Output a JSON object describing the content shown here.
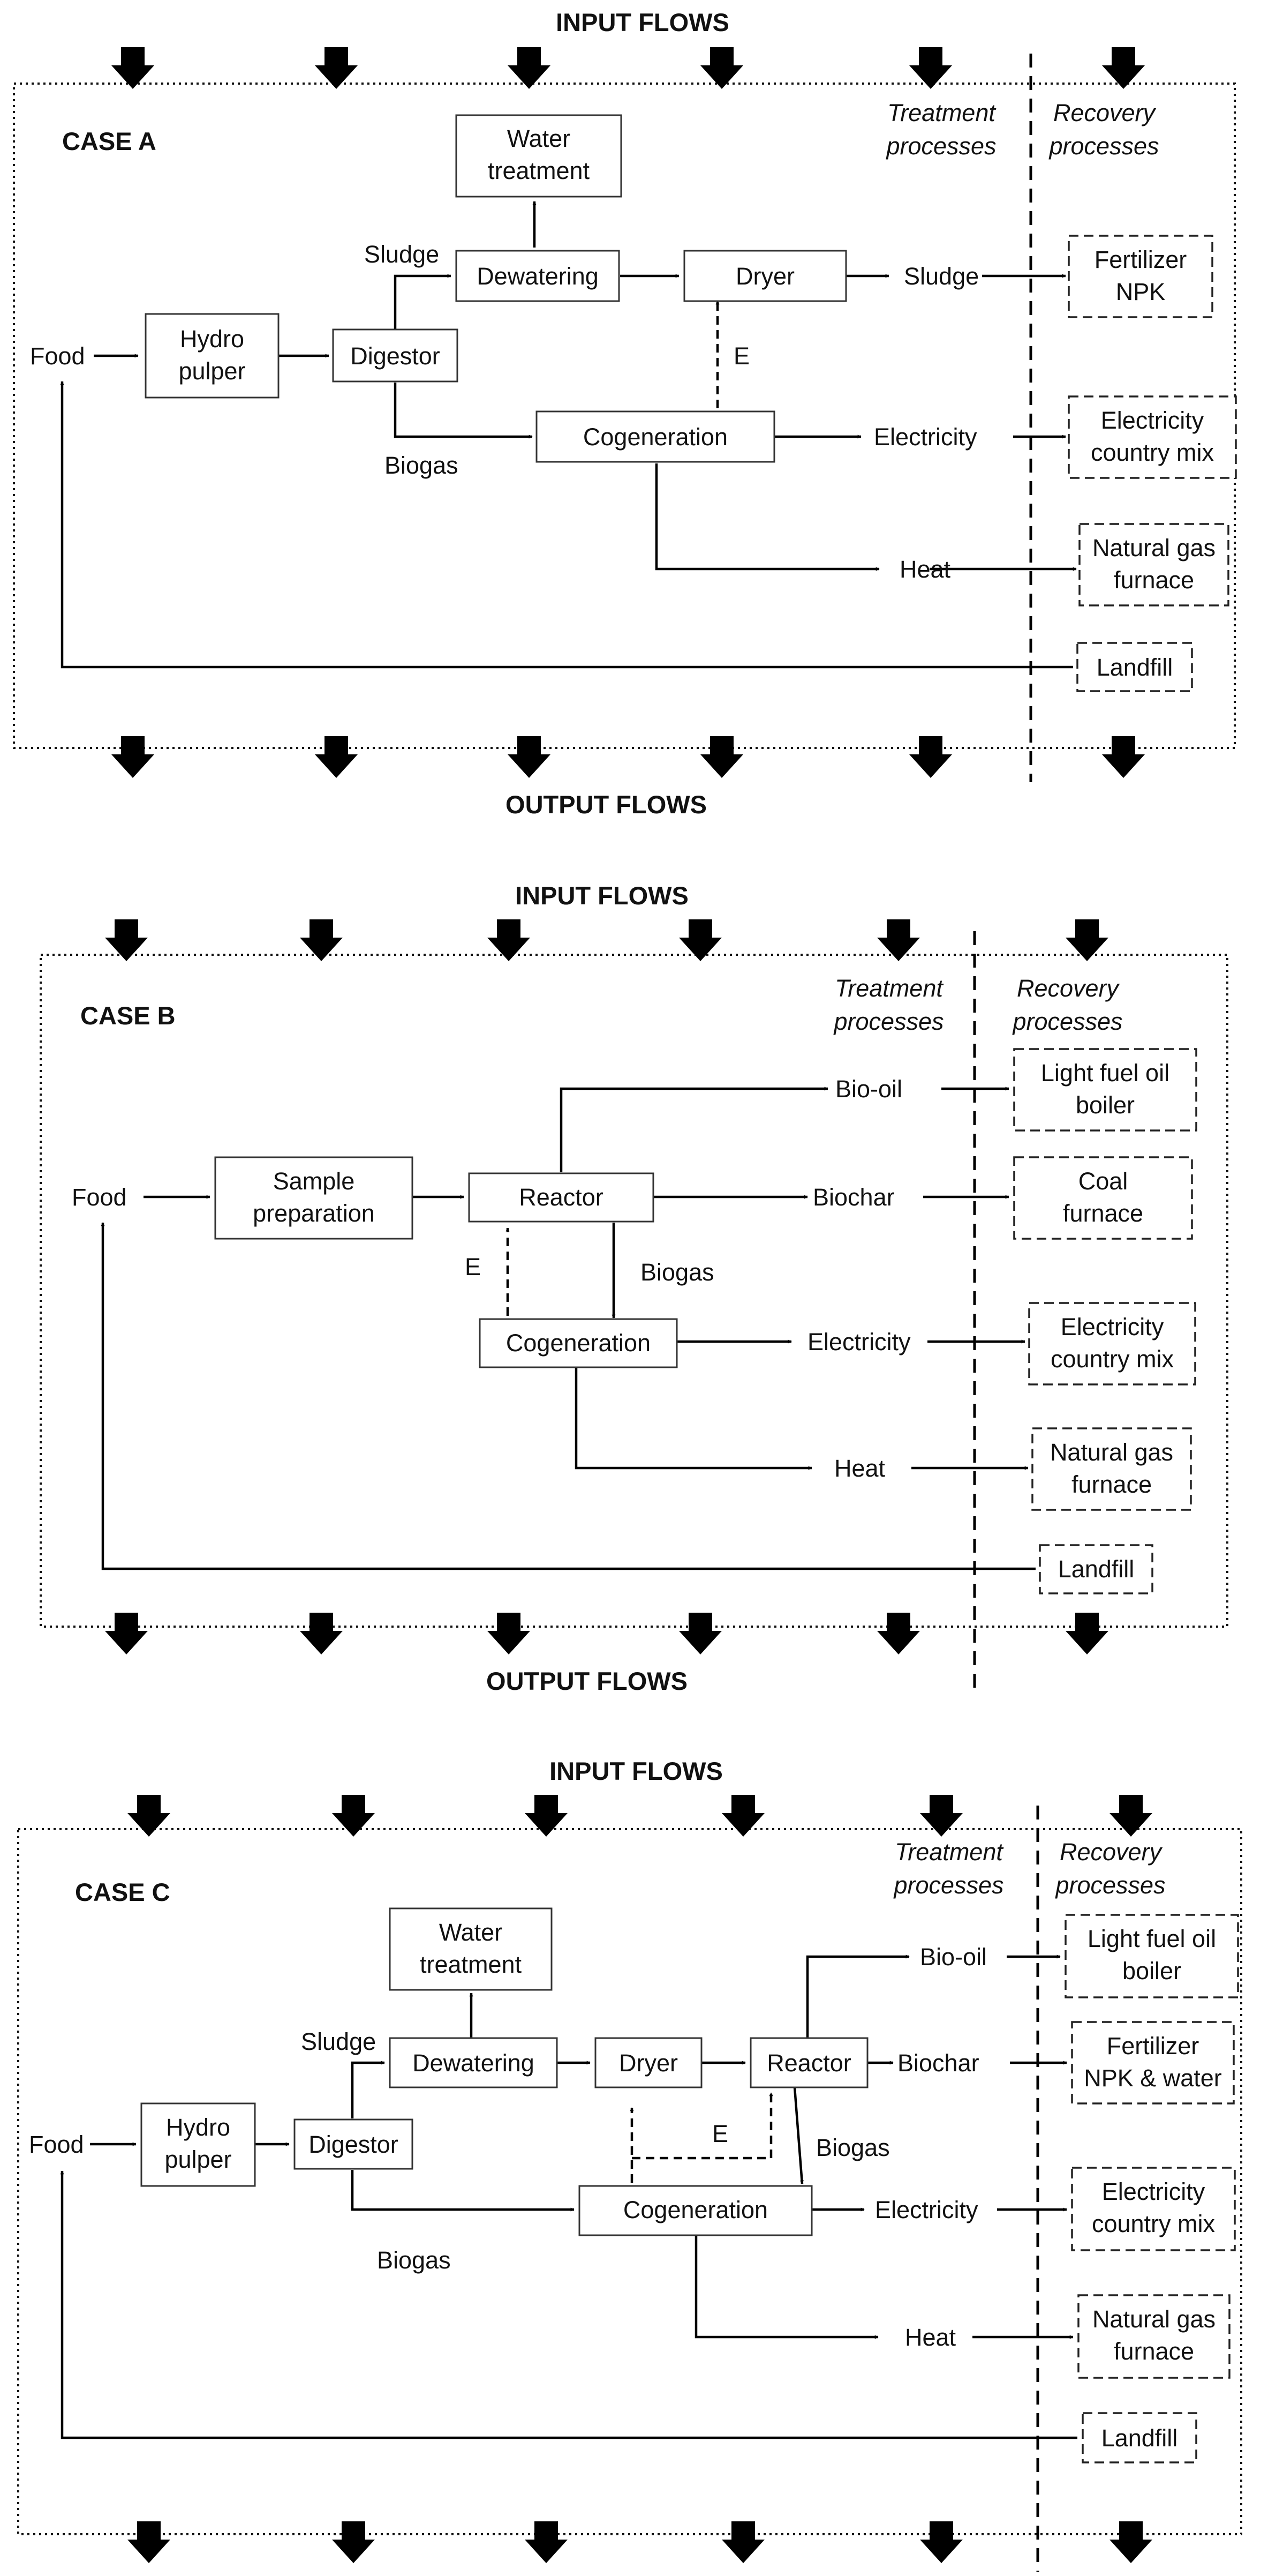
{
  "flows": {
    "input": "INPUT FLOWS",
    "output": "OUTPUT FLOWS"
  },
  "headers": {
    "treatment_line1": "Treatment",
    "treatment_line2": "processes",
    "recovery_line1": "Recovery",
    "recovery_line2": "processes"
  },
  "case_a": {
    "title": "CASE A",
    "food": "Food",
    "hydro_pulper": [
      "Hydro",
      "pulper"
    ],
    "digestor": "Digestor",
    "water_treatment": [
      "Water",
      "treatment"
    ],
    "dewatering": "Dewatering",
    "dryer": "Dryer",
    "cogeneration": "Cogeneration",
    "sludge_label": "Sludge",
    "biogas_label": "Biogas",
    "e_label": "E",
    "sludge_out": "Sludge",
    "electricity_out": "Electricity",
    "heat_out": "Heat",
    "fertilizer": [
      "Fertilizer",
      "NPK"
    ],
    "electricity_mix": [
      "Electricity",
      "country mix"
    ],
    "natural_gas": [
      "Natural gas",
      "furnace"
    ],
    "landfill": "Landfill"
  },
  "case_b": {
    "title": "CASE B",
    "food": "Food",
    "sample_prep": [
      "Sample",
      "preparation"
    ],
    "reactor": "Reactor",
    "cogeneration": "Cogeneration",
    "e_label": "E",
    "biogas_label": "Biogas",
    "biooil_out": "Bio-oil",
    "biochar_out": "Biochar",
    "electricity_out": "Electricity",
    "heat_out": "Heat",
    "light_fuel": [
      "Light fuel oil",
      "boiler"
    ],
    "coal": [
      "Coal",
      "furnace"
    ],
    "electricity_mix": [
      "Electricity",
      "country mix"
    ],
    "natural_gas": [
      "Natural gas",
      "furnace"
    ],
    "landfill": "Landfill"
  },
  "case_c": {
    "title": "CASE C",
    "food": "Food",
    "hydro_pulper": [
      "Hydro",
      "pulper"
    ],
    "digestor": "Digestor",
    "water_treatment": [
      "Water",
      "treatment"
    ],
    "dewatering": "Dewatering",
    "dryer": "Dryer",
    "reactor": "Reactor",
    "cogeneration": "Cogeneration",
    "sludge_label": "Sludge",
    "biogas_label": "Biogas",
    "biogas_label2": "Biogas",
    "e_label": "E",
    "biooil_out": "Bio-oil",
    "biochar_out": "Biochar",
    "electricity_out": "Electricity",
    "heat_out": "Heat",
    "light_fuel": [
      "Light fuel oil",
      "boiler"
    ],
    "fertilizer": [
      "Fertilizer",
      "NPK & water"
    ],
    "electricity_mix": [
      "Electricity",
      "country mix"
    ],
    "natural_gas": [
      "Natural gas",
      "furnace"
    ],
    "landfill": "Landfill"
  }
}
